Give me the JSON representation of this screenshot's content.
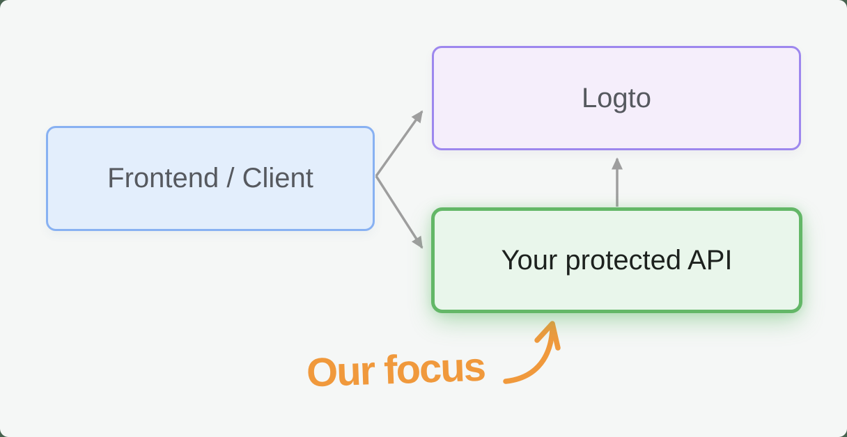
{
  "diagram": {
    "canvas_background": "#f5f7f6",
    "frame_color": "#47624f",
    "nodes": {
      "frontend": {
        "label": "Frontend / Client",
        "fill": "#e3eefc",
        "border": "#88b1f2",
        "text_color": "#56595f"
      },
      "logto": {
        "label": "Logto",
        "fill": "#f5eefb",
        "border": "#9d87ee",
        "text_color": "#56595f"
      },
      "api": {
        "label": "Your protected API",
        "fill": "#e9f6eb",
        "border": "#63b767",
        "text_color": "#1d211e",
        "glow_color": "#60ba68"
      }
    },
    "edges": [
      {
        "from": "frontend",
        "to": "logto",
        "style": "straight-arrow"
      },
      {
        "from": "frontend",
        "to": "api",
        "style": "straight-arrow"
      },
      {
        "from": "api",
        "to": "logto",
        "style": "straight-arrow"
      }
    ],
    "edge_color": "#9e9e9e",
    "annotation": {
      "label": "Our focus",
      "color": "#f0993c",
      "target": "api",
      "style": "handwritten-with-curved-arrow"
    }
  }
}
